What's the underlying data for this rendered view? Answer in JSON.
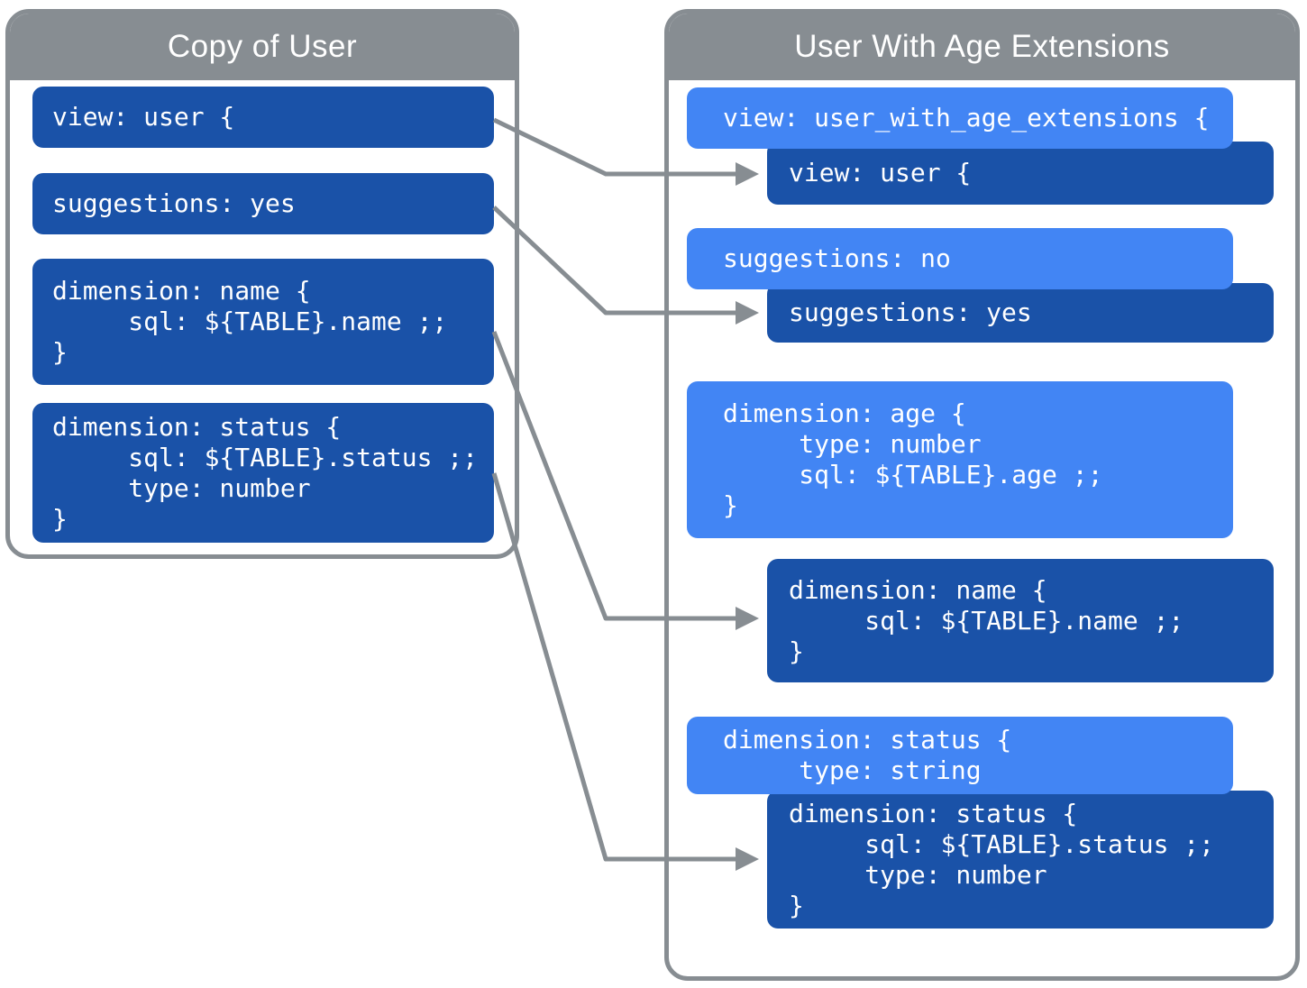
{
  "colors": {
    "gray": "#878D92",
    "dark_blue": "#1A52A8",
    "light_blue": "#4285F4",
    "text": "#FFFFFF"
  },
  "left_panel": {
    "title": "Copy of User",
    "blocks": [
      {
        "text": "view: user {"
      },
      {
        "text": "suggestions: yes"
      },
      {
        "text": "dimension: name {\n     sql: ${TABLE}.name ;;\n}"
      },
      {
        "text": "dimension: status {\n     sql: ${TABLE}.status ;;\n     type: number\n}"
      }
    ]
  },
  "right_panel": {
    "title": "User With Age Extensions",
    "blocks": [
      {
        "style": "light",
        "text": "view: user_with_age_extensions {"
      },
      {
        "style": "dark",
        "text": "view: user {"
      },
      {
        "style": "light",
        "text": "suggestions: no"
      },
      {
        "style": "dark",
        "text": "suggestions: yes"
      },
      {
        "style": "light",
        "text": "dimension: age {\n     type: number\n     sql: ${TABLE}.age ;;\n}"
      },
      {
        "style": "dark",
        "text": "dimension: name {\n     sql: ${TABLE}.name ;;\n}"
      },
      {
        "style": "light",
        "text": "dimension: status {\n     type: string"
      },
      {
        "style": "dark",
        "text": "dimension: status {\n     sql: ${TABLE}.status ;;\n     type: number\n}"
      }
    ]
  }
}
